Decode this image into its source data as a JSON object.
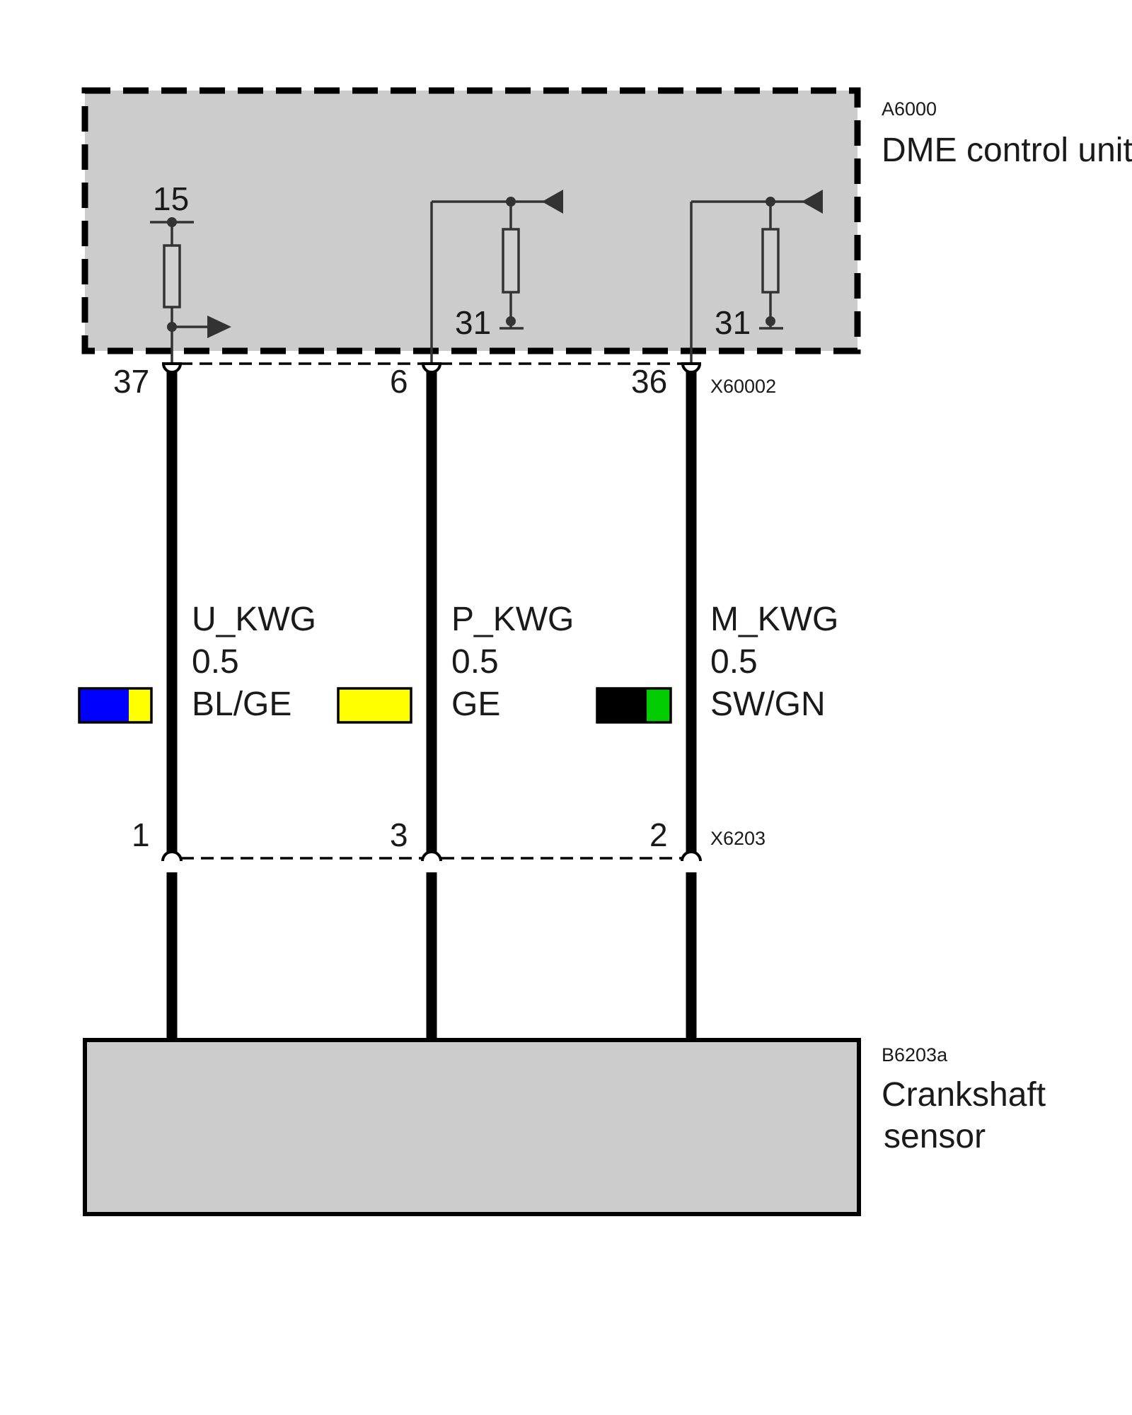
{
  "components": {
    "dme": {
      "id": "A6000",
      "name": "DME control unit"
    },
    "sensor": {
      "id": "B6203a",
      "name_line1": "Crankshaft",
      "name_line2": "sensor"
    }
  },
  "connectors": {
    "top": {
      "id": "X60002",
      "pins": [
        "37",
        "6",
        "36"
      ]
    },
    "bottom": {
      "id": "X6203",
      "pins": [
        "1",
        "3",
        "2"
      ]
    }
  },
  "internal": {
    "supply_label": "15",
    "ground_label_1": "31",
    "ground_label_2": "31"
  },
  "wires": [
    {
      "signal": "U_KWG",
      "gauge": "0.5",
      "color_code": "BL/GE",
      "colors": [
        "#0000ff",
        "#ffff00"
      ]
    },
    {
      "signal": "P_KWG",
      "gauge": "0.5",
      "color_code": "GE",
      "colors": [
        "#ffff00"
      ]
    },
    {
      "signal": "M_KWG",
      "gauge": "0.5",
      "color_code": "SW/GN",
      "colors": [
        "#000000",
        "#00cc00"
      ]
    }
  ]
}
